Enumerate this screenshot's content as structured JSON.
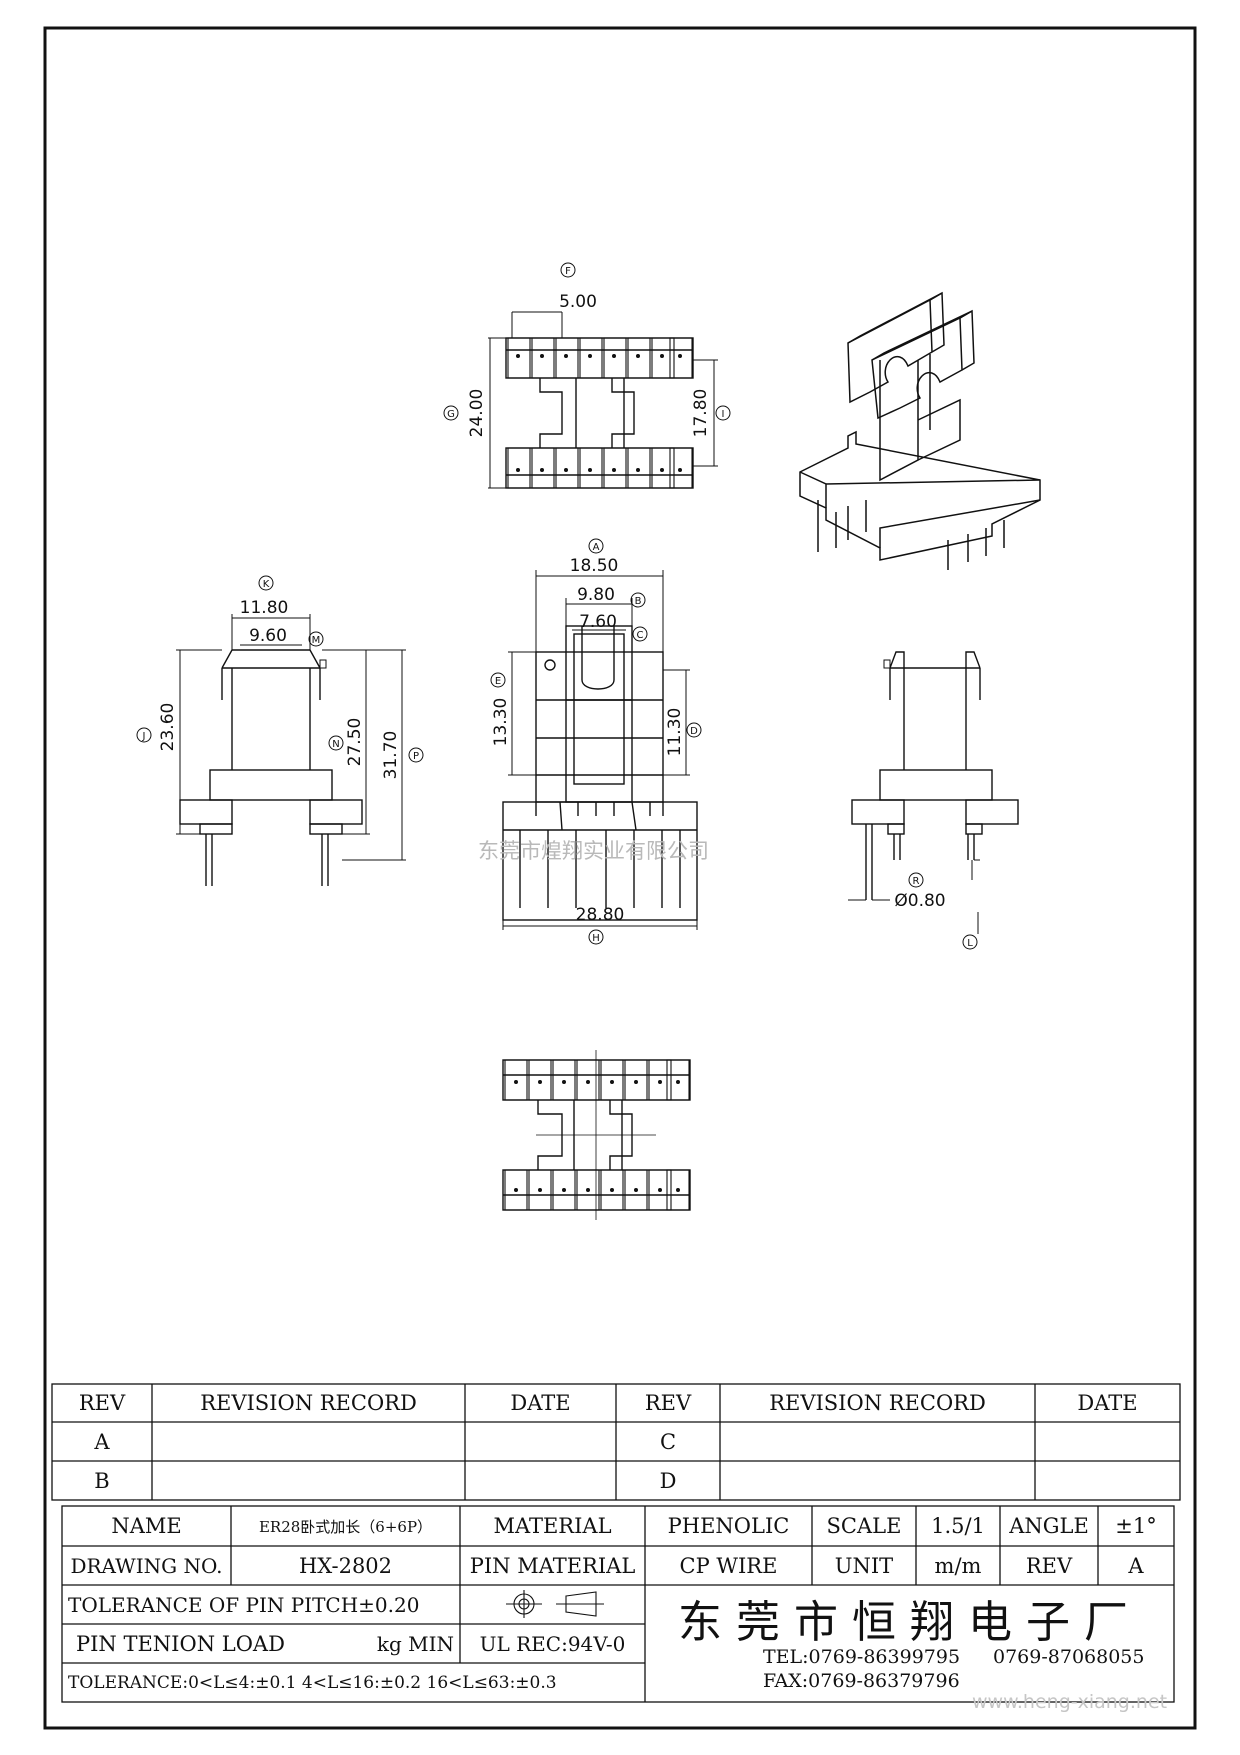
{
  "watermark": {
    "center_text": "东莞市煌翔实业有限公司",
    "site_text": "www.heng-xiang.net"
  },
  "dimensions": {
    "top_view": {
      "pitch": "5.00",
      "overall": "24.00",
      "inner": "17.80",
      "pitch_id": "F",
      "overall_id": "G",
      "inner_id": "I"
    },
    "front_view": {
      "w1": "11.80",
      "w2": "9.60",
      "h1": "23.60",
      "h2": "27.50",
      "h3": "31.70",
      "w1_id": "K",
      "w2_id": "M",
      "h1_id": "J",
      "h2_id": "N",
      "h3_id": "P"
    },
    "side_view": {
      "w1": "18.50",
      "w2": "9.80",
      "w3": "7.60",
      "h1": "13.30",
      "h2": "11.30",
      "base": "28.80",
      "w1_id": "A",
      "w2_id": "B",
      "w3_id": "C",
      "h1_id": "E",
      "h2_id": "D",
      "base_id": "H"
    },
    "right_view": {
      "pin_dia": "Ø0.80",
      "pin_id": "R",
      "len_id": "L"
    }
  },
  "revision_table": {
    "headers": [
      "REV",
      "REVISION RECORD",
      "DATE",
      "REV",
      "REVISION RECORD",
      "DATE"
    ],
    "rows": [
      [
        "A",
        "",
        "",
        "C",
        "",
        ""
      ],
      [
        "B",
        "",
        "",
        "D",
        "",
        ""
      ]
    ]
  },
  "title_block": {
    "name_label": "NAME",
    "name_value": "ER28卧式加长（6+6P）",
    "material_label": "MATERIAL",
    "material_value": "PHENOLIC",
    "scale_label": "SCALE",
    "scale_value": "1.5/1",
    "angle_label": "ANGLE",
    "angle_value": "±1°",
    "drawing_no_label": "DRAWING NO.",
    "drawing_no_value": "HX-2802",
    "pin_material_label": "PIN MATERIAL",
    "pin_material_value": "CP WIRE",
    "unit_label": "UNIT",
    "unit_value": "m/m",
    "rev_label": "REV",
    "rev_value": "A",
    "tolerance_pitch": "TOLERANCE OF PIN PITCH±0.20",
    "pin_tenion_label": "PIN TENION LOAD",
    "pin_tenion_unit": "kg MIN",
    "ul_rec": "UL REC:94V-0",
    "tolerance_general": "TOLERANCE:0<L≤4:±0.1   4<L≤16:±0.2   16<L≤63:±0.3",
    "company": "东莞市恒翔电子厂",
    "tel": "TEL:0769-86399795",
    "tel2": "0769-87068055",
    "fax": "FAX:0769-86379796"
  }
}
